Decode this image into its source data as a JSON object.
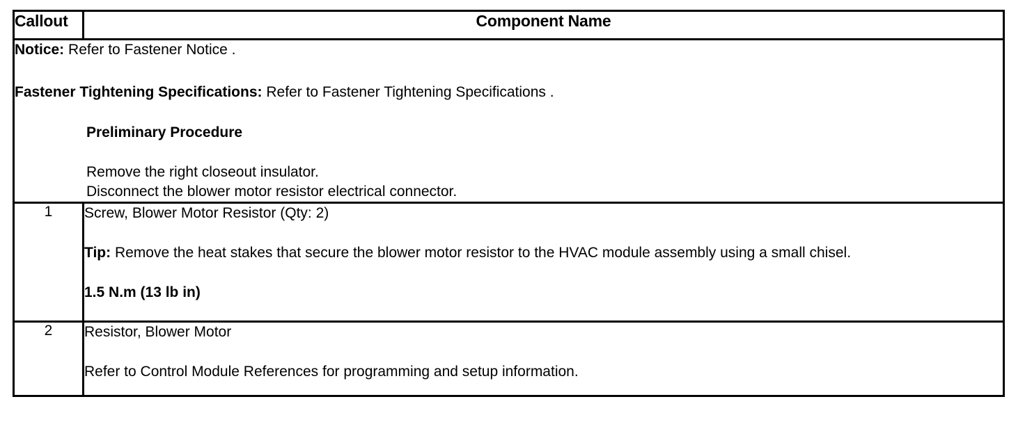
{
  "table": {
    "headers": {
      "callout": "Callout",
      "component_name": "Component Name"
    },
    "preamble": {
      "notice_label": "Notice:",
      "notice_text": " Refer to Fastener Notice .",
      "fastener_spec_label": "Fastener Tightening Specifications:",
      "fastener_spec_text": " Refer to Fastener Tightening Specifications .",
      "preliminary_heading": "Preliminary Procedure",
      "steps": [
        "Remove the right closeout insulator.",
        "Disconnect the blower motor resistor electrical connector."
      ]
    },
    "rows": [
      {
        "callout": "1",
        "title": "Screw, Blower Motor Resistor (Qty: 2)",
        "tip_label": "Tip:",
        "tip_text": " Remove the heat stakes that secure the blower motor resistor to the HVAC module assembly using a small chisel.",
        "torque": "1.5 N.m (13 lb in)"
      },
      {
        "callout": "2",
        "title": "Resistor, Blower Motor",
        "note": "Refer to Control Module References for programming and setup information."
      }
    ]
  },
  "colors": {
    "border": "#000000",
    "text": "#000000",
    "background": "#ffffff"
  }
}
